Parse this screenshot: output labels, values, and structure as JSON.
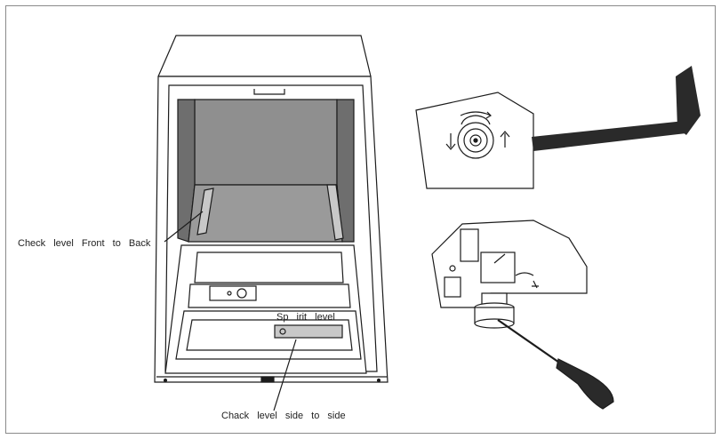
{
  "labels": {
    "front_to_back": "Check level Front to Back",
    "spirit_level": "Sp irit level",
    "side_to_side": "Chack level side to side"
  },
  "colors": {
    "line": "#1c1c1c",
    "cavity": "#8f8f8f",
    "cavity_dark": "#6e6e6e",
    "hex_key": "#2a2a2a",
    "background": "#ffffff"
  },
  "icons": [
    "dishwasher-illustration",
    "leveling-foot-detail",
    "hex-key-icon",
    "screwdriver-icon",
    "arrow-up-icon",
    "arrow-down-icon",
    "rotate-arrow-icon"
  ]
}
